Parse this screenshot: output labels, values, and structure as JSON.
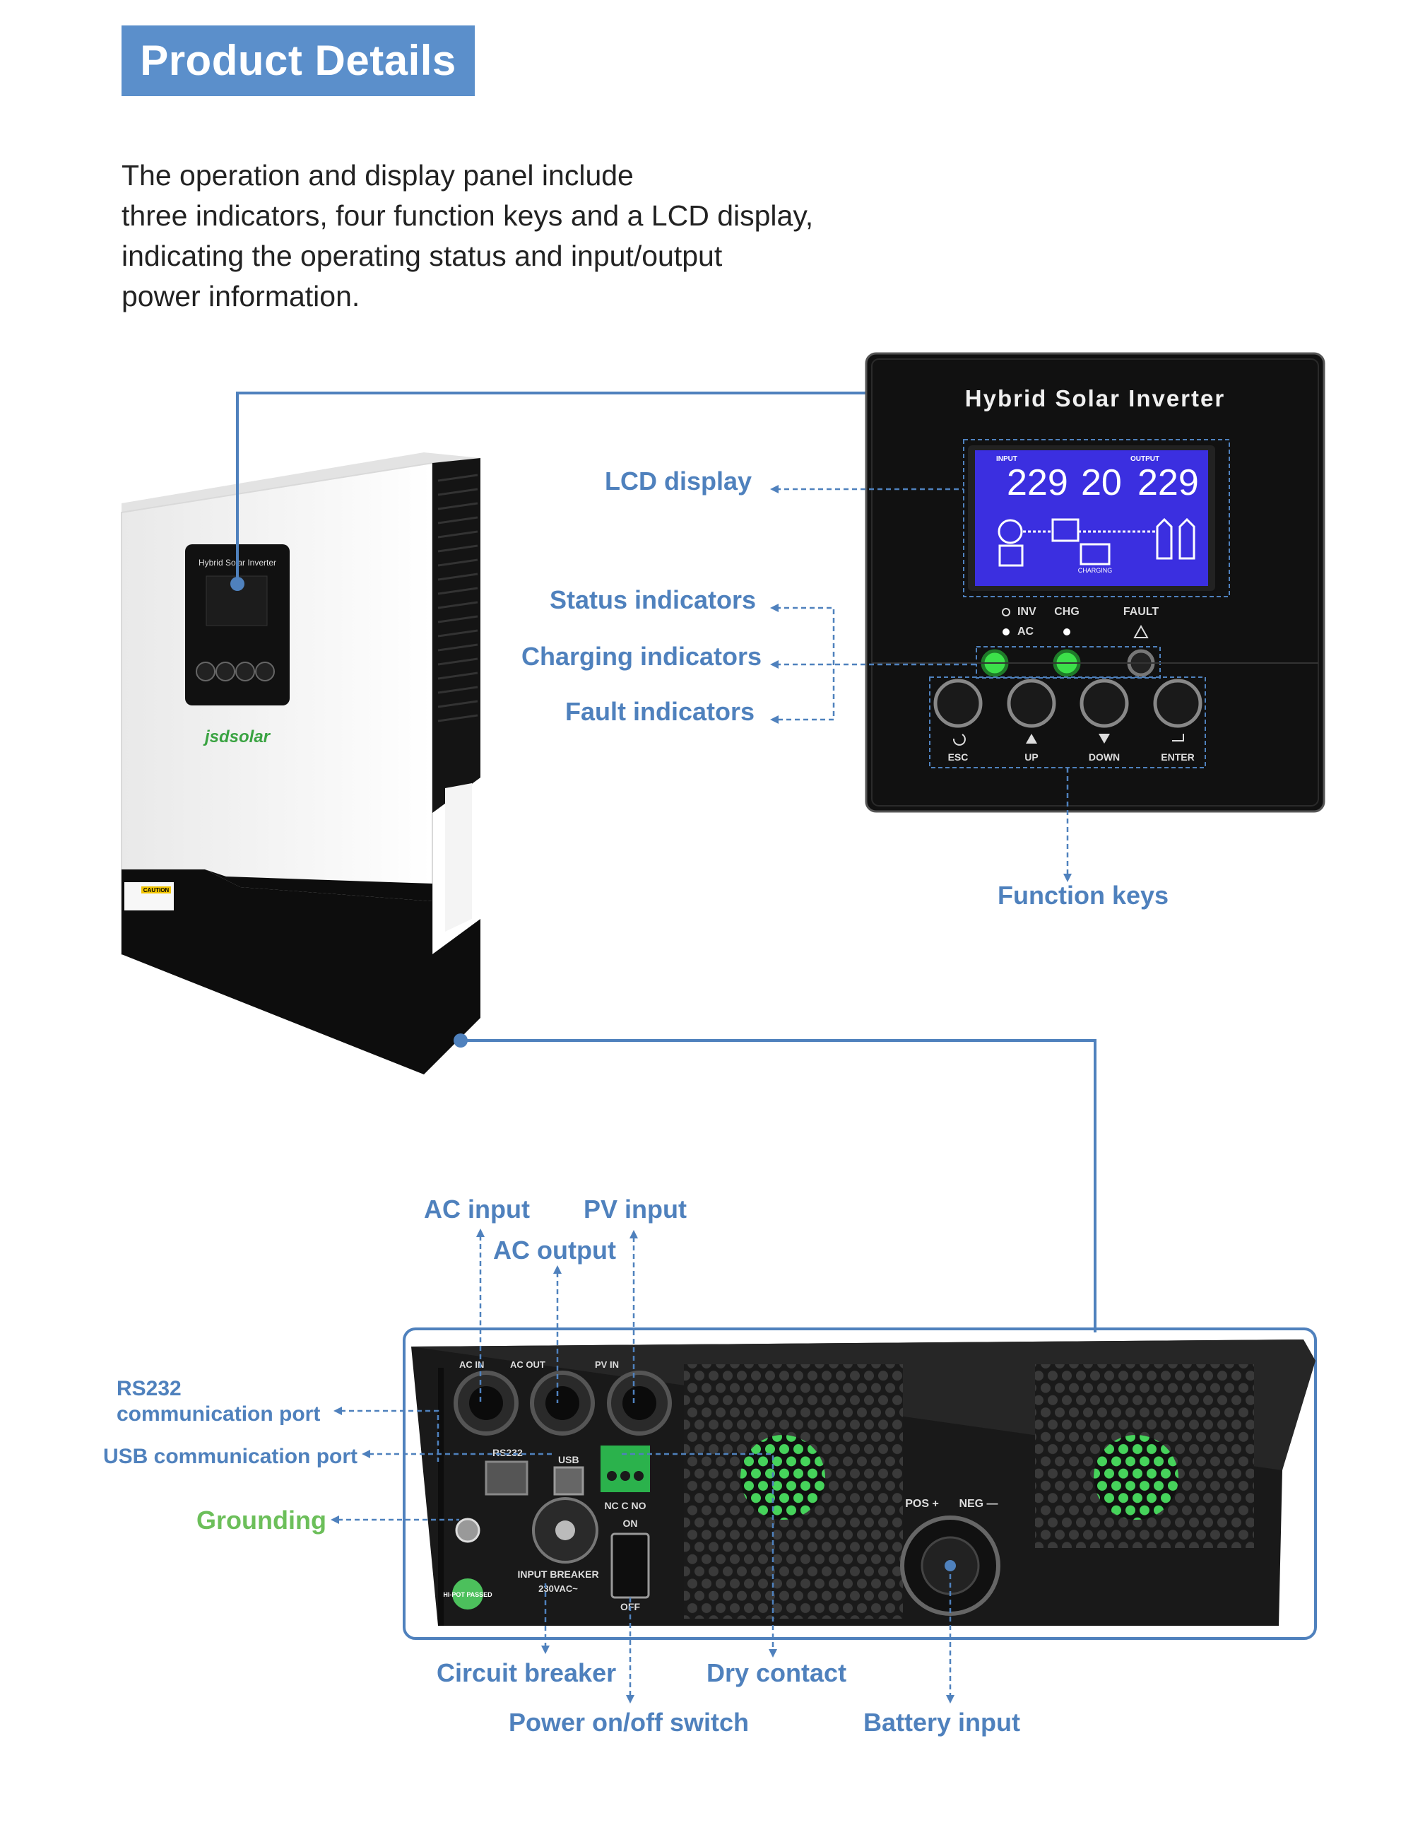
{
  "header": {
    "title": "Product Details"
  },
  "intro": {
    "lines": [
      "The operation and display panel include",
      "three indicators, four function keys and a LCD display,",
      "indicating the operating status and input/output",
      "power information."
    ]
  },
  "device": {
    "panel_title": "Hybrid Solar Inverter",
    "brand": "jsdsolar",
    "caution": "CAUTION"
  },
  "panel": {
    "title": "Hybrid Solar Inverter",
    "lcd": {
      "input_label": "INPUT",
      "output_label": "OUTPUT",
      "input_value": "229",
      "mid_value": "20",
      "output_value": "229",
      "charging_label": "CHARGING"
    },
    "indicators": {
      "inv": "INV",
      "ac": "AC",
      "chg": "CHG",
      "fault": "FAULT"
    },
    "keys": {
      "esc": "ESC",
      "up": "UP",
      "down": "DOWN",
      "enter": "ENTER"
    }
  },
  "callouts": {
    "lcd_display": "LCD display",
    "status_indicators": "Status indicators",
    "charging_indicators": "Charging indicators",
    "fault_indicators": "Fault indicators",
    "function_keys": "Function keys",
    "ac_input": "AC input",
    "pv_input": "PV input",
    "ac_output": "AC output",
    "rs232_line1": "RS232",
    "rs232_line2": "communication port",
    "usb_port": "USB communication port",
    "grounding": "Grounding",
    "circuit_breaker": "Circuit breaker",
    "dry_contact": "Dry contact",
    "power_switch": "Power on/off switch",
    "battery_input": "Battery input"
  },
  "back": {
    "ac_in": "AC IN",
    "ac_out": "AC OUT",
    "pv_in": "PV IN",
    "rs232": "RS232",
    "usb": "USB",
    "nc_c_no": "NC C NO",
    "on": "ON",
    "off": "OFF",
    "pos": "POS +",
    "neg": "NEG —",
    "input_breaker": "INPUT BREAKER",
    "voltage": "230VAC~",
    "hipot": "HI-POT PASSED"
  },
  "colors": {
    "accent": "#5b8fcb",
    "label": "#4f81bd",
    "green": "#6cbf5a",
    "lcd": "#3b2fe0"
  }
}
